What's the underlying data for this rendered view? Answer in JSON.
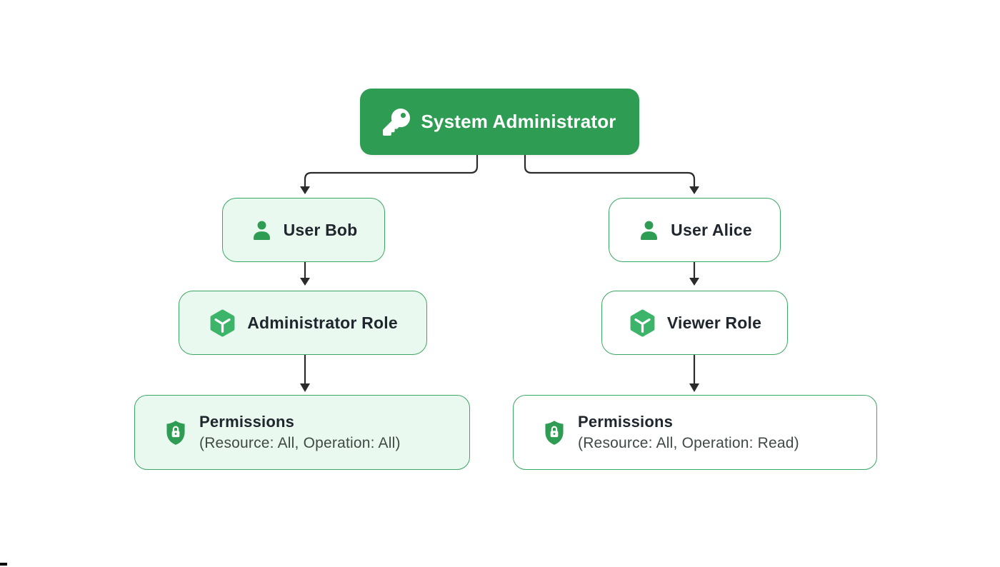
{
  "diagram": {
    "type": "hierarchy",
    "colors": {
      "root_fill": "#2e9d53",
      "node_border": "#3aa763",
      "node_light_fill": "#eaf9ef",
      "node_white_fill": "#ffffff",
      "icon_green": "#2e9d53",
      "cube_green": "#3cb46a",
      "connector": "#2b2b2b",
      "label_text": "#20262e",
      "sub_text": "#404a45",
      "root_text": "#ffffff"
    },
    "nodes": {
      "admin": {
        "label": "System Administrator",
        "icon": "key-icon"
      },
      "user_bob": {
        "label": "User Bob",
        "icon": "user-icon"
      },
      "user_alice": {
        "label": "User Alice",
        "icon": "user-icon"
      },
      "admin_role": {
        "label": "Administrator Role",
        "icon": "cube-icon"
      },
      "viewer_role": {
        "label": "Viewer Role",
        "icon": "cube-icon"
      },
      "perm_all": {
        "title": "Permissions",
        "subtitle": "(Resource: All, Operation: All)",
        "icon": "shield-lock-icon"
      },
      "perm_read": {
        "title": "Permissions",
        "subtitle": "(Resource: All, Operation: Read)",
        "icon": "shield-lock-icon"
      }
    },
    "edges": [
      {
        "from": "system-administrator",
        "to": "user-bob"
      },
      {
        "from": "system-administrator",
        "to": "user-alice"
      },
      {
        "from": "user-bob",
        "to": "administrator-role"
      },
      {
        "from": "user-alice",
        "to": "viewer-role"
      },
      {
        "from": "administrator-role",
        "to": "permissions-all"
      },
      {
        "from": "viewer-role",
        "to": "permissions-read"
      }
    ]
  }
}
